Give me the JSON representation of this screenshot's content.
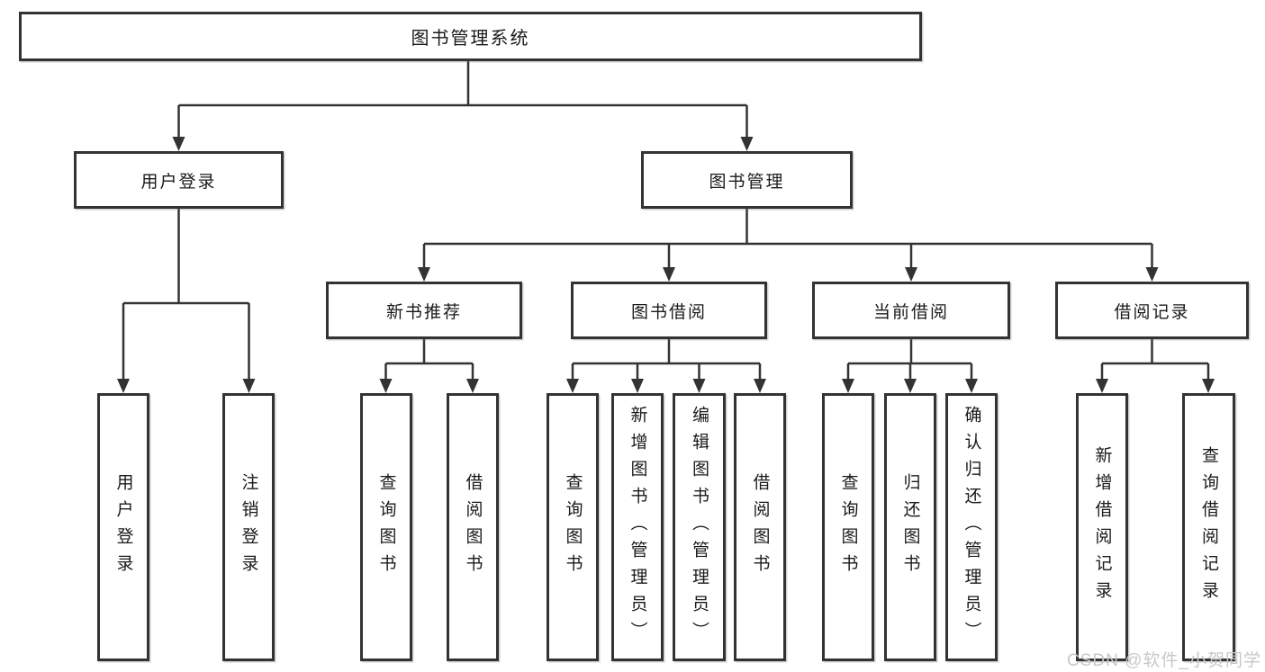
{
  "nodes": {
    "root": "图书管理系统",
    "user_login": "用户登录",
    "book_mgmt": "图书管理",
    "new_books": "新书推荐",
    "book_borrow": "图书借阅",
    "current_borrow": "当前借阅",
    "borrow_records": "借阅记录",
    "leaves": {
      "user_login": [
        "用户登录",
        "注销登录"
      ],
      "new_books": [
        "查询图书",
        "借阅图书"
      ],
      "book_borrow": [
        "查询图书",
        "新增图书（管理员）",
        "编辑图书（管理员）",
        "借阅图书"
      ],
      "current_borrow": [
        "查询图书",
        "归还图书",
        "确认归还（管理员）"
      ],
      "borrow_records": [
        "新增借阅记录",
        "查询借阅记录"
      ]
    }
  },
  "watermark": "CSDN @软件_小贺同学",
  "colors": {
    "line": "#333333",
    "text": "#1a1a1a",
    "watermark": "#c8c8c8",
    "background": "#ffffff"
  }
}
